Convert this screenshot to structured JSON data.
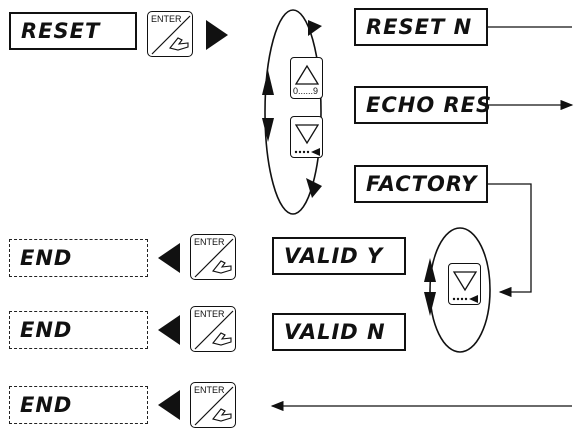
{
  "start_display": "RESET",
  "options": {
    "reset_n": "RESET N",
    "echo_res": "ECHO RES",
    "factory": "FACTORY"
  },
  "valid_options": {
    "valid_y": "VALID Y",
    "valid_n": "VALID N"
  },
  "end_displays": [
    "END",
    "END",
    "END"
  ],
  "keys": {
    "enter_label": "ENTER",
    "up_range_label": "0......9"
  },
  "icons": {
    "enter": "enter-hand-icon",
    "up": "up-arrow-key-icon",
    "down": "down-arrow-key-icon",
    "right_play": "right-triangle-icon",
    "left_play": "left-triangle-icon"
  }
}
